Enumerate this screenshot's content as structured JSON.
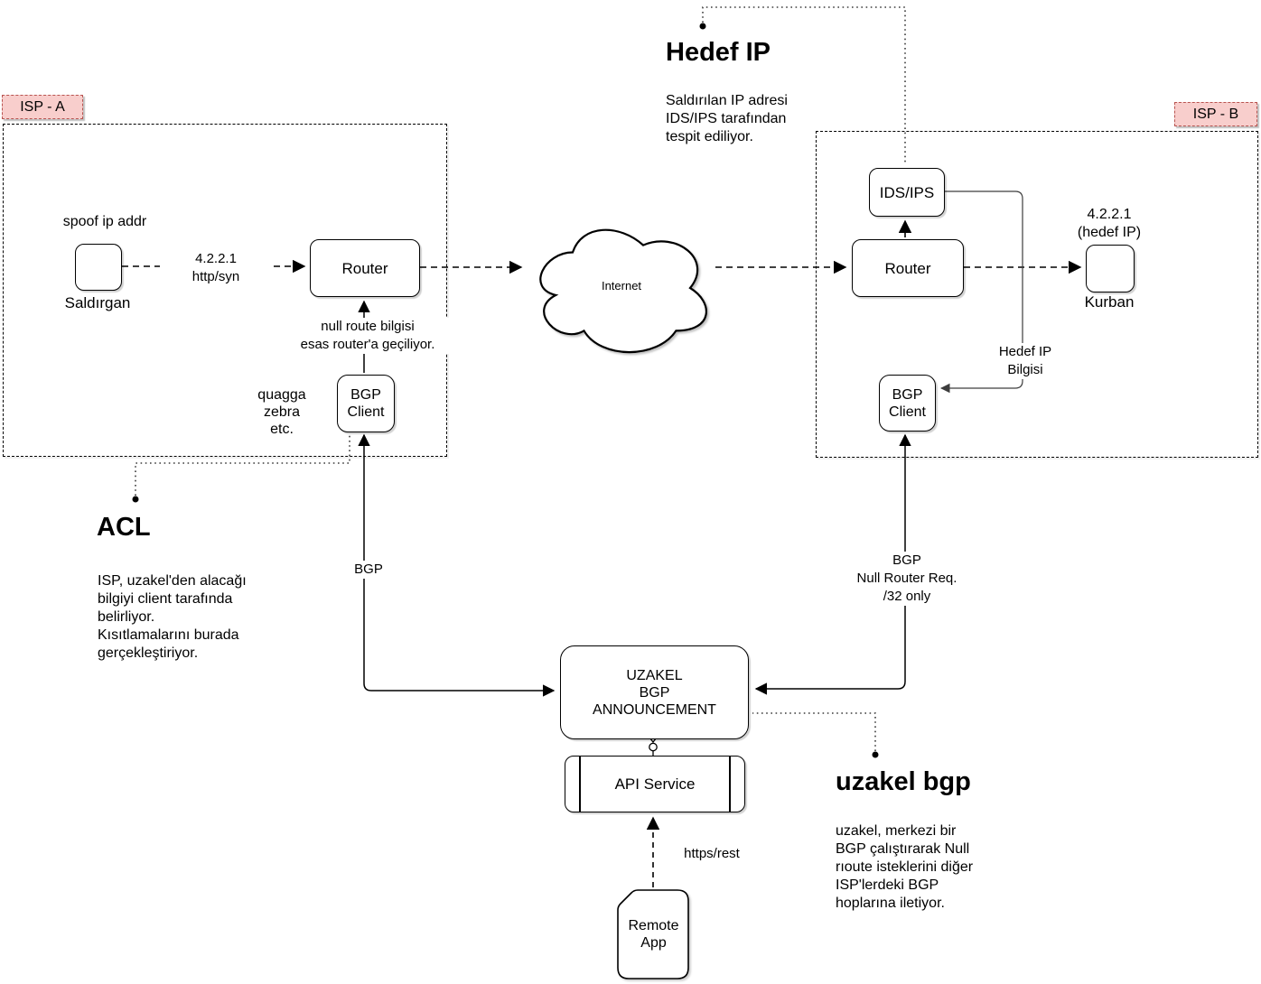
{
  "colors": {
    "group_label_bg": "#f8cecc",
    "group_label_border": "#b85450",
    "line": "#000000"
  },
  "groups": {
    "isp_a": {
      "label": "ISP - A"
    },
    "isp_b": {
      "label": "ISP - B"
    }
  },
  "nodes": {
    "saldirgan": {
      "label": "Saldırgan",
      "note": "spoof ip addr"
    },
    "router_a": {
      "label": "Router"
    },
    "bgp_client_a": {
      "label": "BGP\nClient",
      "note": "quagga\nzebra\netc."
    },
    "internet": {
      "label": "Internet"
    },
    "router_b": {
      "label": "Router"
    },
    "ids_ips": {
      "label": "IDS/IPS"
    },
    "kurban": {
      "label": "Kurban",
      "note": "4.2.2.1\n(hedef IP)"
    },
    "bgp_client_b": {
      "label": "BGP\nClient"
    },
    "uzakel": {
      "label": "UZAKEL\nBGP\nANNOUNCEMENT"
    },
    "api_service": {
      "label": "API Service"
    },
    "remote_app": {
      "label": "Remote\nApp"
    }
  },
  "edges": {
    "attack": {
      "label": "4.2.2.1\nhttp/syn"
    },
    "null_route": {
      "label": "null route bilgisi\nesas router'a geçiliyor."
    },
    "bgp_left": {
      "label": "BGP"
    },
    "bgp_right": {
      "label": "BGP\nNull Router Req.\n/32 only"
    },
    "hedef_ip_bilgisi": {
      "label": "Hedef IP\nBilgisi"
    },
    "https_rest": {
      "label": "https/rest"
    }
  },
  "callouts": {
    "hedef_ip": {
      "title": "Hedef IP",
      "body": "Saldırılan IP adresi\nIDS/IPS tarafından\ntespit ediliyor."
    },
    "acl": {
      "title": "ACL",
      "body": "ISP, uzakel'den alacağı\nbilgiyi client tarafında\nbelirliyor.\nKısıtlamalarını burada\ngerçekleştiriyor."
    },
    "uzakel_bgp": {
      "title": "uzakel bgp",
      "body": "uzakel, merkezi bir\nBGP çalıştırarak Null\nrıoute isteklerini diğer\nISP'lerdeki BGP\nhoplarına iletiyor."
    }
  }
}
